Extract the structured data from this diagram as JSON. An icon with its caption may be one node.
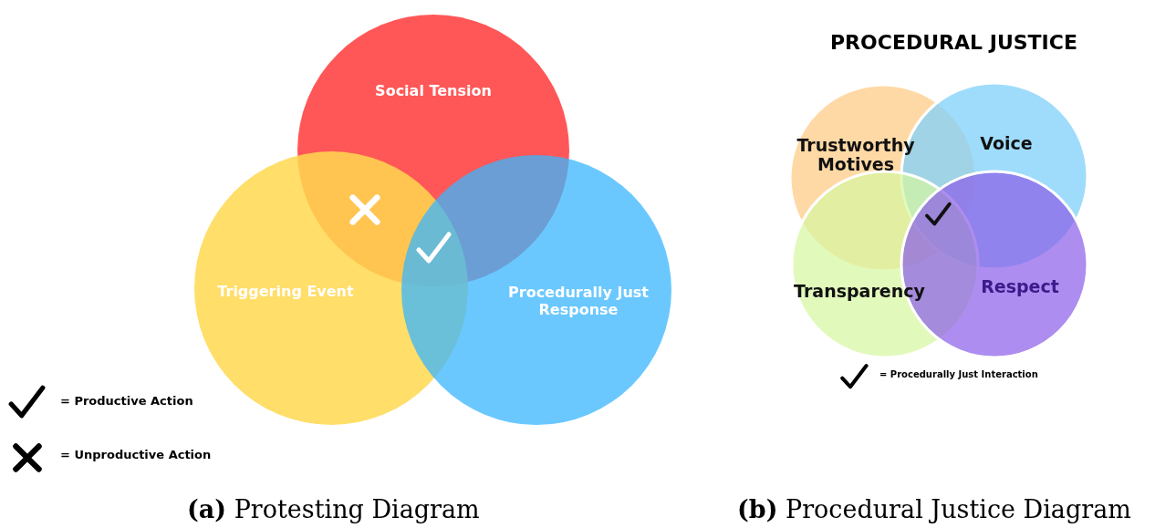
{
  "diagram": {
    "title": "PROCEDURAL JUSTICE",
    "nodes": [
      {
        "text": [
          "Social Tension"
        ]
      },
      {
        "text": [
          "Triggering Event"
        ]
      },
      {
        "text": [
          "Procedurally Just Response"
        ]
      },
      {
        "text": [
          "Trustworthy Motives"
        ]
      },
      {
        "text": [
          "Voice"
        ]
      },
      {
        "text": [
          "Transparency"
        ]
      },
      {
        "text": [
          "Respect"
        ]
      }
    ],
    "edges": [],
    "labels": [
      "**(a)** Protesting Diagram",
      "**(b)** Procedural Justice Diagram"
    ],
    "legend": [
      {
        "text": "= Productive Action"
      },
      {
        "text": "= Unproductive Action"
      },
      {
        "text": "= Procedurally Just Interaction"
      }
    ]
  }
}
